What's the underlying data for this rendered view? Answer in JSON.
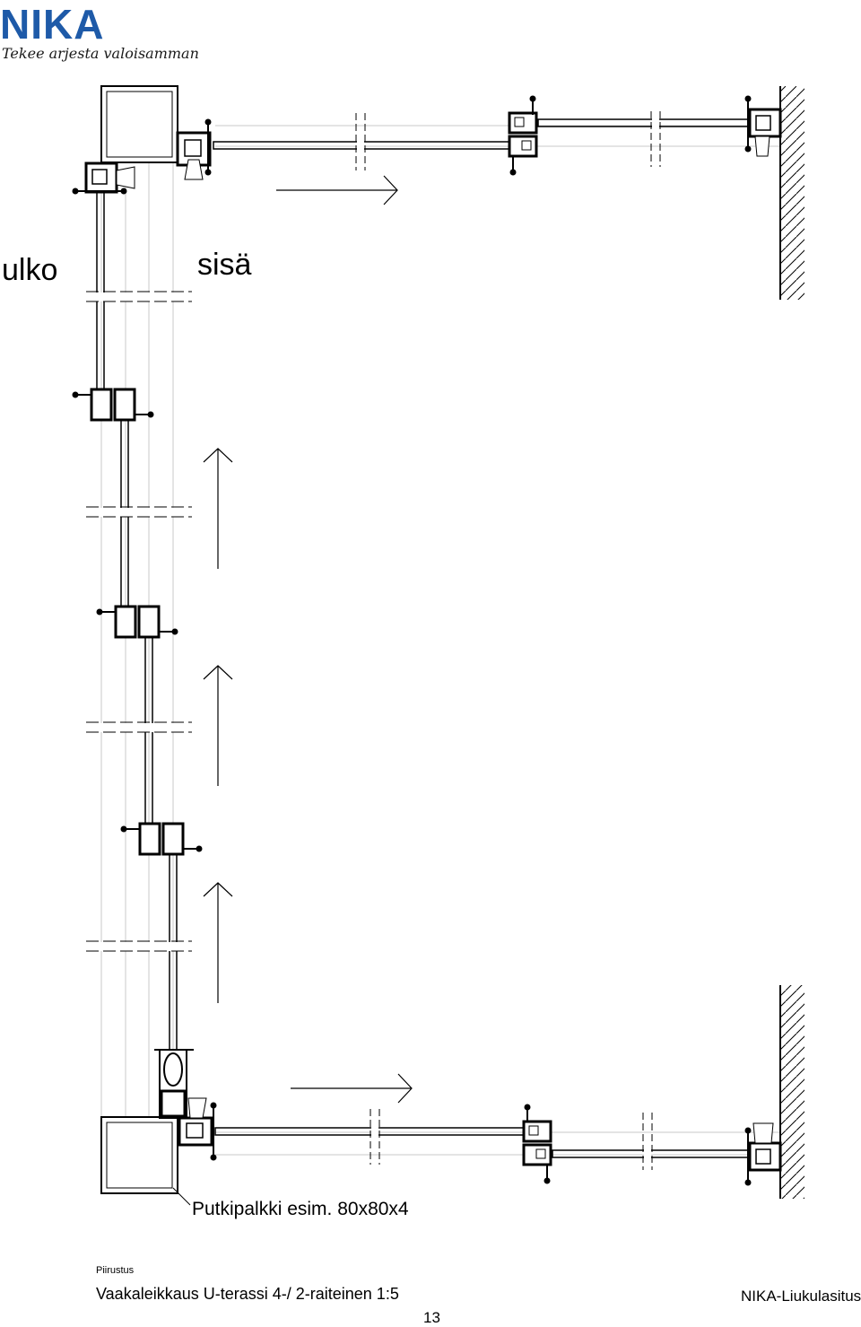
{
  "logo": {
    "wordmark": "NIKA",
    "slogan": "Tekee arjesta valoisamman",
    "color": "#1e5aa8"
  },
  "labels": {
    "outside": "ulko",
    "inside": "sisä",
    "beam": "Putkipalkki esim. 80x80x4"
  },
  "title_block": {
    "caption": "Piirustus",
    "title": "Vaakaleikkaus U-terassi 4-/ 2-raiteinen 1:5",
    "page": "13",
    "brand": "NIKA-Liukulasitus"
  }
}
